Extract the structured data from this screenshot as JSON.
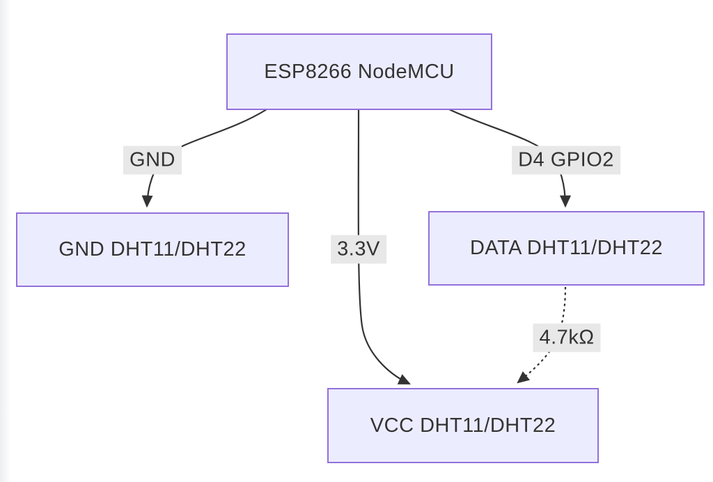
{
  "diagram": {
    "type": "flowchart",
    "direction": "top-down",
    "nodes": [
      {
        "id": "esp",
        "label": "ESP8266 NodeMCU"
      },
      {
        "id": "gnd",
        "label": "GND DHT11/DHT22"
      },
      {
        "id": "data",
        "label": "DATA DHT11/DHT22"
      },
      {
        "id": "vcc",
        "label": "VCC DHT11/DHT22"
      }
    ],
    "edges": [
      {
        "from": "esp",
        "to": "gnd",
        "label": "GND",
        "style": "solid",
        "arrow": "arrowhead"
      },
      {
        "from": "esp",
        "to": "vcc",
        "label": "3.3V",
        "style": "solid",
        "arrow": "arrowhead"
      },
      {
        "from": "esp",
        "to": "data",
        "label": "D4 GPIO2",
        "style": "solid",
        "arrow": "arrowhead"
      },
      {
        "from": "data",
        "to": "vcc",
        "label": "4.7kΩ",
        "style": "dotted",
        "arrow": "arrowhead"
      }
    ],
    "colors": {
      "node_fill": "#ECECFF",
      "node_border": "#9370DB",
      "edge_color": "#333333",
      "edge_label_bg": "#e8e8e8",
      "text_color": "#333333",
      "background": "#ffffff"
    }
  }
}
